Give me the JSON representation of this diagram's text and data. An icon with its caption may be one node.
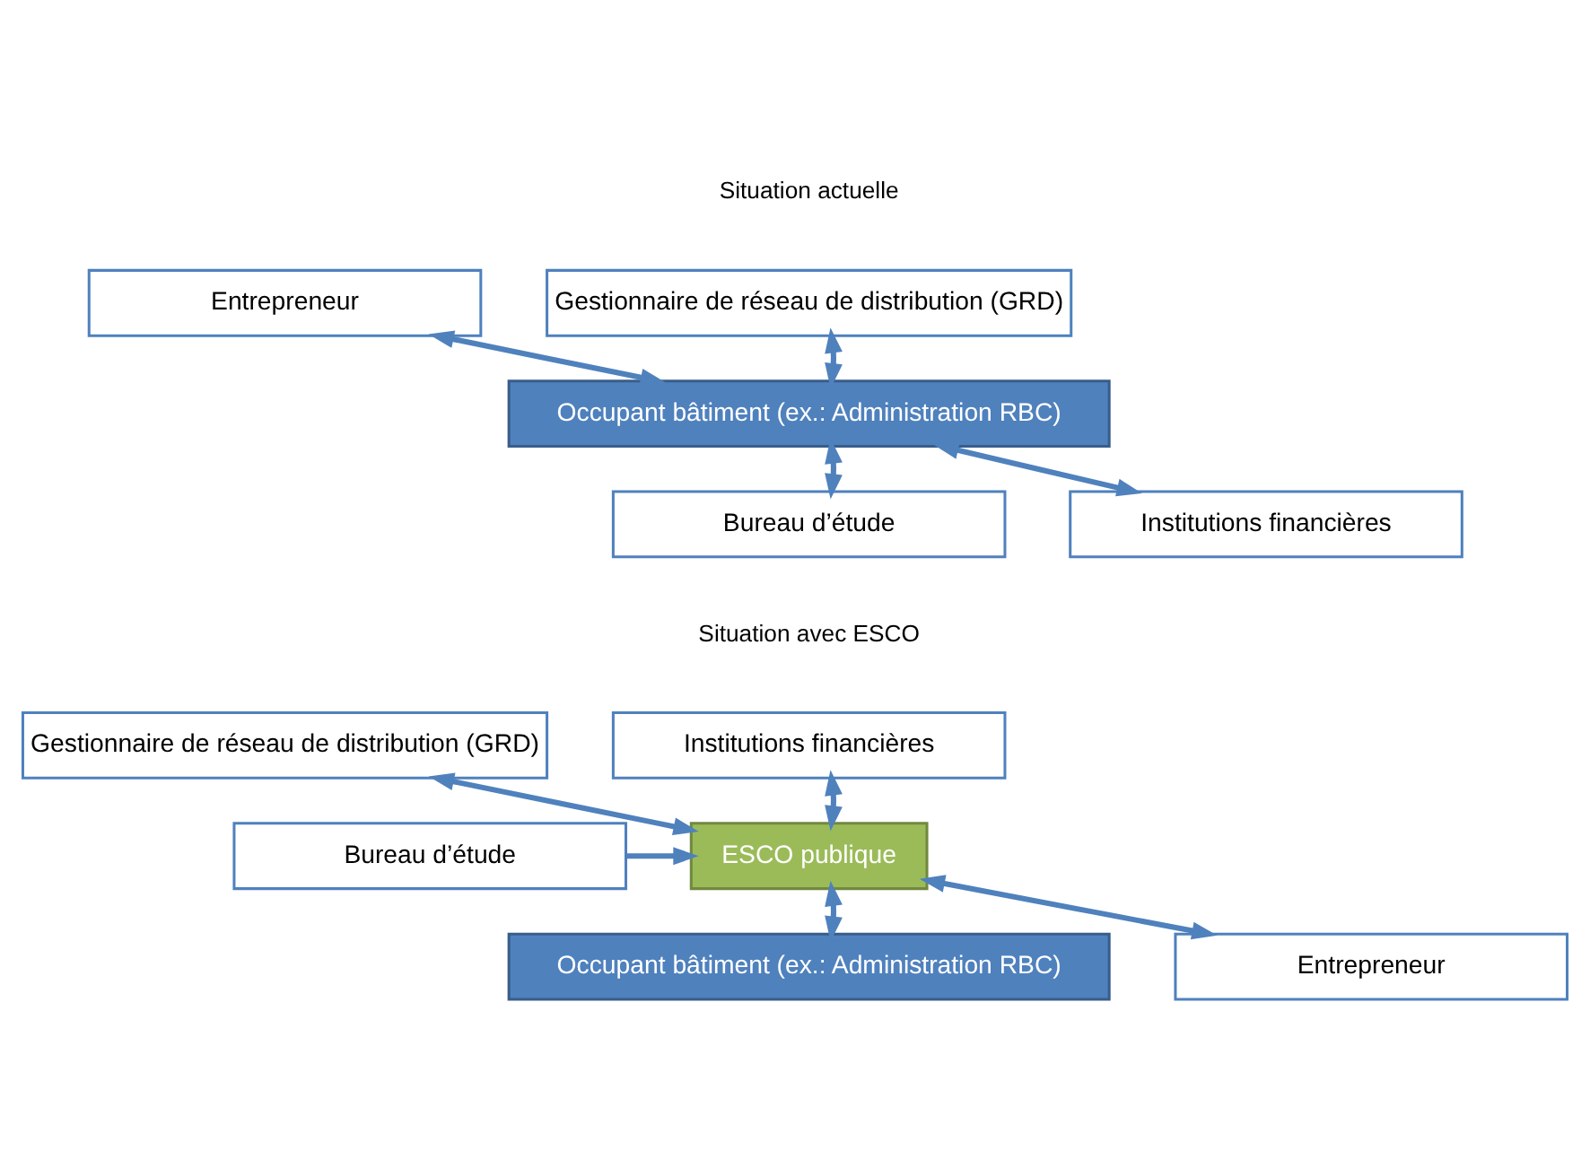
{
  "diagram": {
    "nodes": [
      {
        "text": [
          "Gestionnaire de réseau de distribution (GRD)"
        ]
      },
      {
        "text": [
          "Entrepreneur"
        ]
      },
      {
        "text": [
          "Occupant bâtiment (ex.: Administration RBC)"
        ]
      },
      {
        "text": [
          "Bureau d’étude"
        ]
      },
      {
        "text": [
          "Institutions financières"
        ]
      },
      {
        "text": [
          "Institutions financières"
        ]
      },
      {
        "text": [
          "Gestionnaire de réseau de distribution (GRD)"
        ]
      },
      {
        "text": [
          "ESCO publique"
        ]
      },
      {
        "text": [
          "Bureau d’étude"
        ]
      },
      {
        "text": [
          "Entrepreneur"
        ]
      },
      {
        "text": [
          "Occupant bâtiment (ex.: Administration RBC)"
        ]
      }
    ],
    "edges": [
      {
        "from": 0,
        "to": 2,
        "arrow": "both"
      },
      {
        "from": 1,
        "to": 2,
        "arrow": "both"
      },
      {
        "from": 2,
        "to": 3,
        "arrow": "both"
      },
      {
        "from": 2,
        "to": 4,
        "arrow": "both"
      },
      {
        "from": 5,
        "to": 7,
        "arrow": "both"
      },
      {
        "from": 6,
        "to": 7,
        "arrow": "both"
      },
      {
        "from": 8,
        "to": 7,
        "arrow": "to"
      },
      {
        "from": 9,
        "to": 7,
        "arrow": "both"
      },
      {
        "from": 7,
        "to": 10,
        "arrow": "both"
      }
    ],
    "labels": [
      "Situation actuelle",
      "Situation avec ESCO"
    ]
  }
}
